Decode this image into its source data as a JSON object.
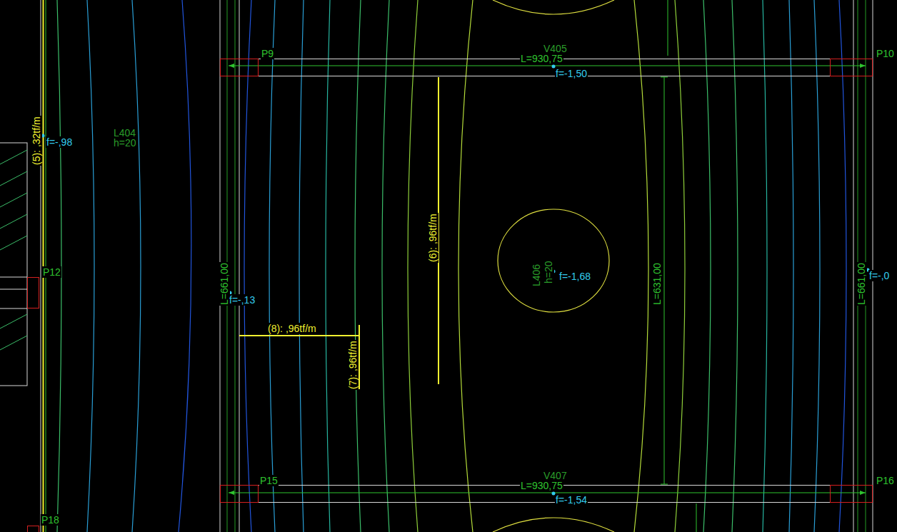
{
  "diagram": {
    "nodes": [
      {
        "text": [
          "P9"
        ]
      },
      {
        "text": [
          "P10"
        ]
      },
      {
        "text": [
          "P12"
        ]
      },
      {
        "text": [
          "P15"
        ]
      },
      {
        "text": [
          "P16"
        ]
      },
      {
        "text": [
          "P18"
        ]
      }
    ],
    "edges": [
      {
        "from": 0,
        "to": 1,
        "arrow": "none"
      },
      {
        "from": 3,
        "to": 4,
        "arrow": "none"
      }
    ],
    "labels": [
      "(5): ,32tf/m",
      "f=-,98",
      "L404",
      "h=20",
      "V405",
      "L=930,75",
      "f=-1,50",
      "(6): ,96tf/m",
      "L=661,00",
      "f=-,13",
      "(8): ,96tf/m",
      "(7): ,96tf/m",
      "L406",
      "h=20",
      "f=-1,68",
      "L=631,00",
      "L=661,00",
      "f=-,0",
      "V407",
      "L=930,75",
      "f=-1,54"
    ]
  }
}
